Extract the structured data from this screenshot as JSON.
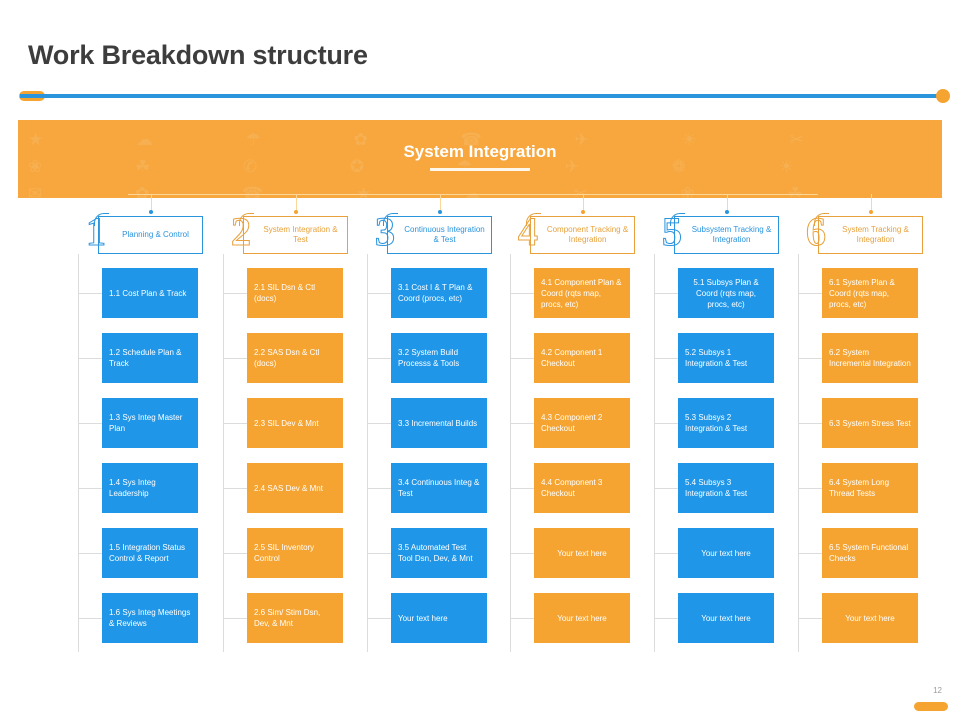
{
  "slide": {
    "title": "Work Breakdown structure",
    "page_number": "12",
    "accent_blue": "#2a94dd",
    "accent_orange": "#f5a431",
    "node_blue": "#1f96e8",
    "node_orange": "#f5a431"
  },
  "banner": {
    "title": "System Integration",
    "watermark_glyphs": "★ ☁ ☂ ✿ ☎ ✈ ☀ ✂ ❀ ☘ ✆ ✪ ☂ ✈ ❁ ☀ ✉ ✿ ☎ ★ ☁ ✂ ❀ ☘ ✆ ✪ ☂ ✈ ❁ ☀ ✉ ✿ ☎ ★ ☁ ✂ ❀ ☘ ✆ ✪"
  },
  "columns": [
    {
      "numeral": "1",
      "color": "blue",
      "header": "Planning & Control",
      "items": [
        "1.1 Cost Plan & Track",
        "1.2 Schedule Plan & Track",
        "1.3 Sys Integ Master Plan",
        "1.4 Sys Integ Leadership",
        "1.5 Integration Status Control & Report",
        "1.6 Sys Integ Meetings & Reviews"
      ],
      "centered": [
        false,
        false,
        false,
        false,
        false,
        false
      ]
    },
    {
      "numeral": "2",
      "color": "orange",
      "header": "System Integration & Test",
      "items": [
        "2.1 SIL Dsn & Ctl (docs)",
        "2.2 SAS Dsn & Ctl (docs)",
        "2.3 SIL Dev & Mnt",
        "2.4 SAS Dev & Mnt",
        "2.5 SIL Inventory Control",
        "2.6 Sim/ Stim Dsn, Dev, & Mnt"
      ],
      "centered": [
        false,
        false,
        false,
        false,
        false,
        false
      ]
    },
    {
      "numeral": "3",
      "color": "blue",
      "header": "Continuous Integration & Test",
      "items": [
        "3.1 Cost I & T Plan & Coord (procs, etc)",
        "3.2 System Build Processs & Tools",
        "3.3 Incremental Builds",
        "3.4 Continuous Integ & Test",
        "3.5 Automated Test Tool Dsn, Dev, & Mnt",
        "Your text here"
      ],
      "centered": [
        false,
        false,
        false,
        false,
        false,
        false
      ]
    },
    {
      "numeral": "4",
      "color": "orange",
      "header": "Component Tracking & Integration",
      "items": [
        "4.1 Component Plan & Coord (rqts map, procs, etc)",
        "4.2 Component 1 Checkout",
        "4.3 Component 2 Checkout",
        "4.4 Component 3 Checkout",
        "Your text here",
        "Your text here"
      ],
      "centered": [
        false,
        false,
        false,
        false,
        true,
        true
      ]
    },
    {
      "numeral": "5",
      "color": "blue",
      "header": "Subsystem Tracking & Integration",
      "items": [
        "5.1 Subsys Plan & Coord (rqts map, procs, etc)",
        "5.2 Subsys 1 Integration & Test",
        "5.3 Subsys 2 Integration & Test",
        "5.4 Subsys 3 Integration & Test",
        "Your text here",
        "Your text here"
      ],
      "centered": [
        true,
        false,
        false,
        false,
        true,
        true
      ]
    },
    {
      "numeral": "6",
      "color": "orange",
      "header": "System Tracking & Integration",
      "items": [
        "6.1 System Plan & Coord (rqts map, procs, etc)",
        "6.2 System Incremental Integration",
        "6.3 System Stress Test",
        "6.4 System Long Thread Tests",
        "6.5 System Functional Checks",
        "Your text here"
      ],
      "centered": [
        false,
        false,
        false,
        false,
        false,
        true
      ]
    }
  ]
}
